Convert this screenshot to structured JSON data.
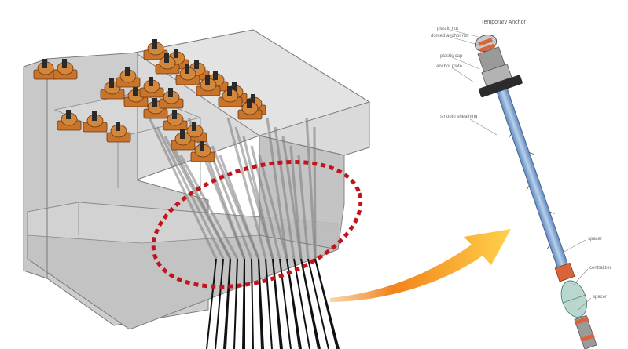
{
  "figure": {
    "detail_title": "Temporary Anchor",
    "detail_labels": [
      "plastic nut",
      "domed anchor nut",
      "plastic cap",
      "anchor plate",
      "smooth sheathing",
      "spacer",
      "centralizer",
      "spacer"
    ]
  },
  "colors": {
    "concrete_fill": "#cfcfcf",
    "concrete_edge": "#7a7a7a",
    "jack_orange": "#c8742a",
    "jack_dark": "#6b3410",
    "tendon": "#111111",
    "callout_ring": "#c0151b",
    "arrow_start": "#f08a1a",
    "arrow_end": "#ffd24a",
    "sheathing_blue": "#8fb4df",
    "anchor_grey": "#8c8c8c",
    "anchor_plate": "#2b2b2b",
    "coupler_orange": "#d9643c",
    "centralizer_green": "#7fb7a7"
  }
}
